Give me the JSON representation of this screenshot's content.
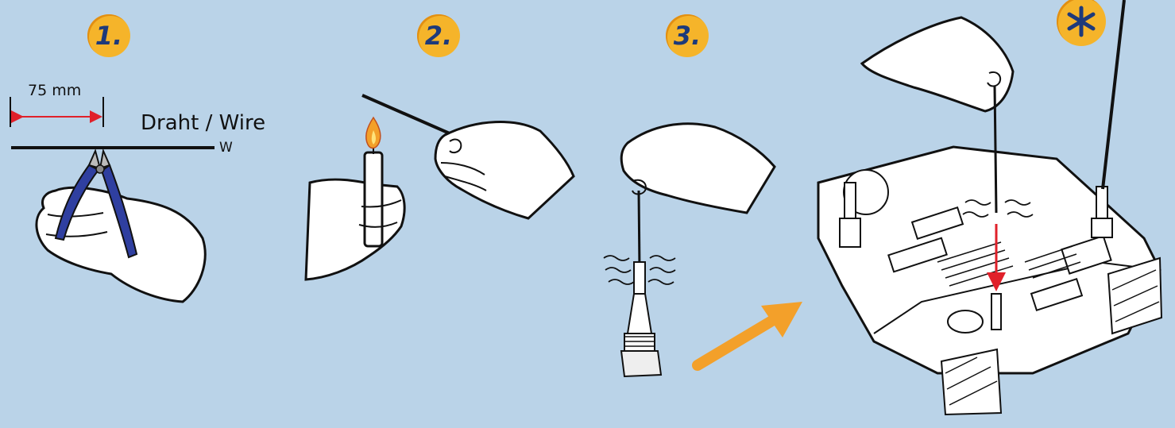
{
  "steps": [
    {
      "label": "1."
    },
    {
      "label": "2."
    },
    {
      "label": "3."
    }
  ],
  "step1": {
    "measurement": "75 mm",
    "wire_label": "Draht / Wire",
    "wire_code": "W"
  },
  "colors": {
    "background": "#bad3e8",
    "badge": "#f5b42a",
    "badge_text": "#1e3a7a",
    "arrow_orange": "#f3a02a",
    "arrow_red": "#e0202a",
    "plier_handle": "#2f3fa0"
  },
  "icons": [
    "asterisk-icon",
    "wire-cutter-icon",
    "candle-icon",
    "hand-icon"
  ]
}
